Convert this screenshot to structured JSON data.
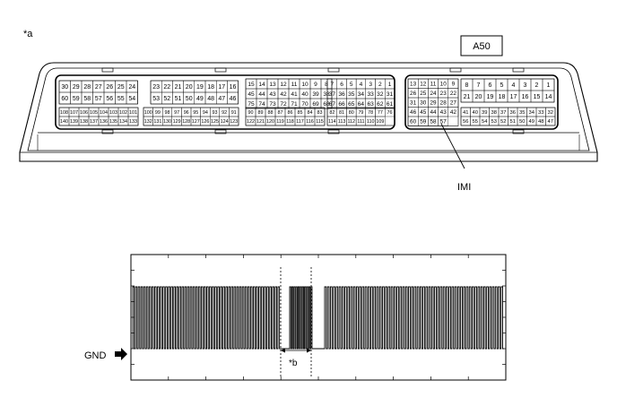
{
  "labels": {
    "figure_ref_a": "*a",
    "connector_code": "A50",
    "signal_terminal": "IMI",
    "ground_label": "GND",
    "figure_ref_b": "*b"
  },
  "connector": {
    "left_block": {
      "top_rows": [
        [
          "30",
          "29",
          "28",
          "27",
          "26",
          "25",
          "24"
        ],
        [
          "60",
          "59",
          "58",
          "57",
          "56",
          "55",
          "54"
        ]
      ],
      "mid_rows": [
        [
          "23",
          "22",
          "21",
          "20",
          "19",
          "18",
          "17",
          "16"
        ],
        [
          "53",
          "52",
          "51",
          "50",
          "49",
          "48",
          "47",
          "46"
        ]
      ],
      "right_rows": [
        [
          "15",
          "14",
          "13",
          "12",
          "11",
          "10",
          "9",
          "8"
        ],
        [
          "45",
          "44",
          "43",
          "42",
          "41",
          "40",
          "39",
          "38"
        ],
        [
          "75",
          "74",
          "73",
          "72",
          "71",
          "70",
          "69",
          "68"
        ]
      ],
      "far_rows": [
        [
          "7",
          "6",
          "5",
          "4",
          "3",
          "2",
          "1"
        ],
        [
          "37",
          "36",
          "35",
          "34",
          "33",
          "32",
          "31"
        ],
        [
          "67",
          "66",
          "65",
          "64",
          "63",
          "62",
          "61"
        ]
      ],
      "small_rows_a": [
        [
          "108",
          "107",
          "106",
          "105",
          "104",
          "103",
          "102",
          "101"
        ],
        [
          "140",
          "139",
          "138",
          "137",
          "136",
          "135",
          "134",
          "133"
        ]
      ],
      "small_rows_b": [
        [
          "100",
          "99",
          "98",
          "97",
          "96",
          "95",
          "94",
          "93",
          "92",
          "91"
        ],
        [
          "132",
          "131",
          "130",
          "129",
          "128",
          "127",
          "126",
          "125",
          "124",
          "123"
        ]
      ],
      "small_rows_c": [
        [
          "90",
          "89",
          "88",
          "87",
          "86",
          "85",
          "84",
          "83"
        ],
        [
          "122",
          "121",
          "120",
          "119",
          "118",
          "117",
          "116",
          "115"
        ]
      ],
      "small_rows_d": [
        [
          "82",
          "81",
          "80",
          "79",
          "78",
          "77",
          "76"
        ],
        [
          "114",
          "113",
          "112",
          "111",
          "110",
          "109"
        ]
      ]
    },
    "right_block": {
      "left_rows": [
        [
          "13",
          "12",
          "11",
          "10",
          "9"
        ],
        [
          "26",
          "25",
          "24",
          "23",
          "22"
        ],
        [
          "31",
          "30",
          "29",
          "28",
          "27"
        ],
        [
          "46",
          "45",
          "44",
          "43",
          "42"
        ],
        [
          "60",
          "59",
          "58",
          "57"
        ]
      ],
      "right_rows": [
        [
          "8",
          "7",
          "6",
          "5",
          "4",
          "3",
          "2",
          "1"
        ],
        [
          "21",
          "20",
          "19",
          "18",
          "17",
          "16",
          "15",
          "14"
        ],
        [
          "41",
          "40",
          "39",
          "38",
          "37",
          "36",
          "35",
          "34",
          "33",
          "32"
        ],
        [
          "56",
          "55",
          "54",
          "53",
          "52",
          "51",
          "50",
          "49",
          "48",
          "47"
        ]
      ]
    }
  },
  "waveform": {
    "segments": [
      {
        "type": "pulses",
        "count": 54
      },
      {
        "type": "low"
      },
      {
        "type": "pulses",
        "count": 11
      },
      {
        "type": "low"
      },
      {
        "type": "pulses",
        "count": 62
      }
    ]
  }
}
